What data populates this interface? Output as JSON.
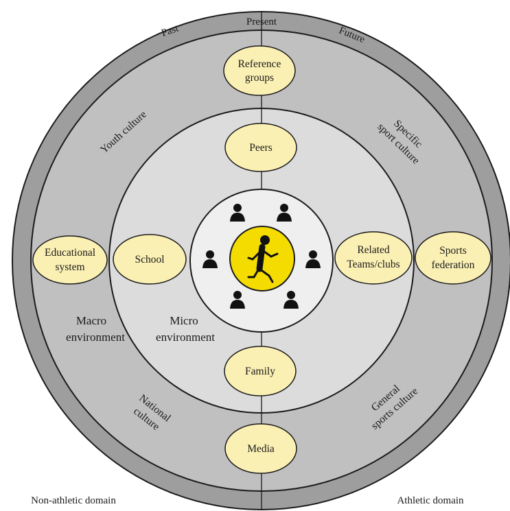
{
  "colors": {
    "outer_ring": "#9e9e9e",
    "macro_area": "#c0c0c0",
    "micro_area": "#dcdcdc",
    "inner_circle": "#efefef",
    "center": "#f5dc00",
    "ellipse_fill": "#fbf0b4",
    "stroke": "#1a1a1a"
  },
  "time_labels": {
    "past": "Past",
    "present": "Present",
    "future": "Future"
  },
  "domains": {
    "left": "Non-athletic domain",
    "right": "Athletic domain"
  },
  "cultures": {
    "youth": "Youth culture",
    "specific_line1": "Specific",
    "specific_line2": "sport culture",
    "national_line1": "National",
    "national_line2": "culture",
    "general_line1": "General",
    "general_line2": "sports culture"
  },
  "environments": {
    "macro_line1": "Macro",
    "macro_line2": "environment",
    "micro_line1": "Micro",
    "micro_line2": "environment"
  },
  "nodes": {
    "reference_groups": [
      "Reference",
      "groups"
    ],
    "peers": [
      "Peers"
    ],
    "school": [
      "School"
    ],
    "related_teams": [
      "Related",
      "Teams/clubs"
    ],
    "family": [
      "Family"
    ],
    "media": [
      "Media"
    ],
    "educational_system": [
      "Educational",
      "system"
    ],
    "sports_federation": [
      "Sports",
      "federation"
    ]
  },
  "icons": {
    "center": "running-athlete-icon",
    "surrounding": "person-icon"
  }
}
